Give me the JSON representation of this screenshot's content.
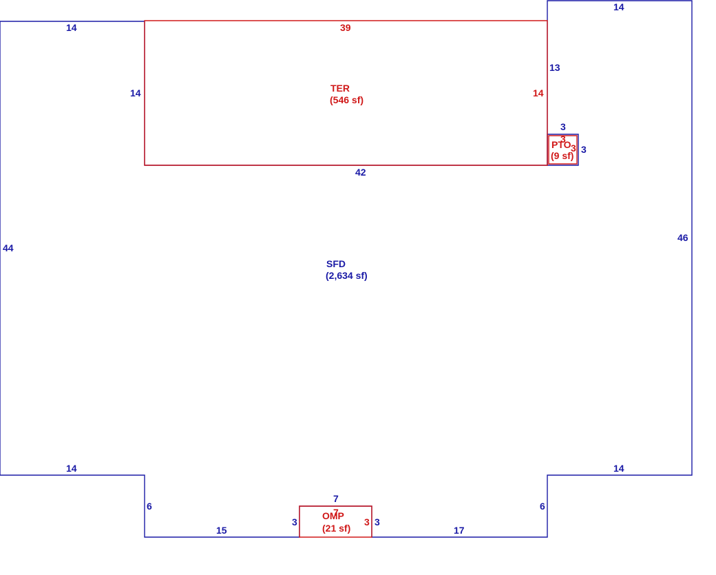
{
  "colors": {
    "main_structure": "#1a1aa6",
    "addition": "#d01818",
    "background": "#ffffff"
  },
  "areas": {
    "sfd": {
      "code": "SFD",
      "area": "(2,634 sf)"
    },
    "ter": {
      "code": "TER",
      "area": "(546 sf)"
    },
    "pto": {
      "code": "PTO",
      "area": "(9 sf)"
    },
    "omp": {
      "code": "OMP",
      "area": "(21 sf)"
    }
  },
  "dimensions": {
    "sfd_top_left": "14",
    "sfd_top_right": "14",
    "sfd_left": "44",
    "sfd_right": "46",
    "sfd_inner_left": "14",
    "sfd_step_right": "13",
    "sfd_under_ter": "42",
    "sfd_bottom_left": "14",
    "sfd_bottom_right": "14",
    "sfd_jog_left": "6",
    "sfd_jog_right": "6",
    "sfd_bottom_seg_left": "15",
    "sfd_bottom_seg_right": "17",
    "sfd_omp_top": "7",
    "sfd_omp_left": "3",
    "sfd_omp_right": "3",
    "sfd_pto_top": "3",
    "sfd_pto_right": "3",
    "ter_top": "39",
    "ter_right": "14",
    "pto_top": "3",
    "pto_right": "3",
    "omp_top": "7",
    "omp_right": "3"
  }
}
